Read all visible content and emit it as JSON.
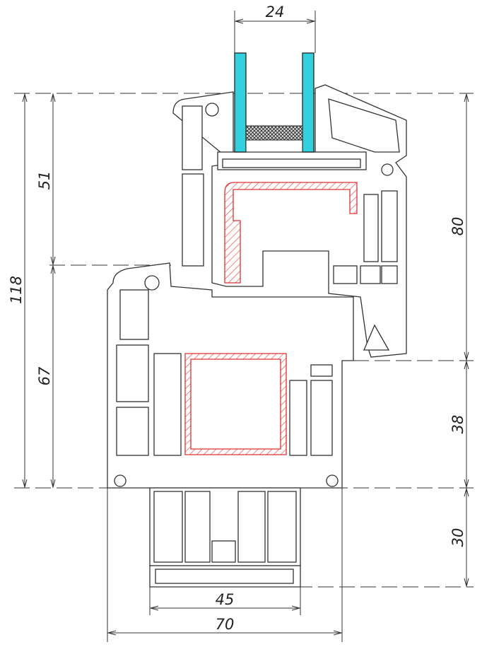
{
  "dimensions": {
    "glass_width": "24",
    "sash_upper": "51",
    "total_height": "118",
    "frame_lower": "67",
    "right_upper": "80",
    "right_middle": "38",
    "right_lower": "30",
    "bottom_inner": "45",
    "bottom_total": "70"
  },
  "colors": {
    "glass": "#33d1dd",
    "steel": "#dd3333",
    "outline": "#333333"
  }
}
